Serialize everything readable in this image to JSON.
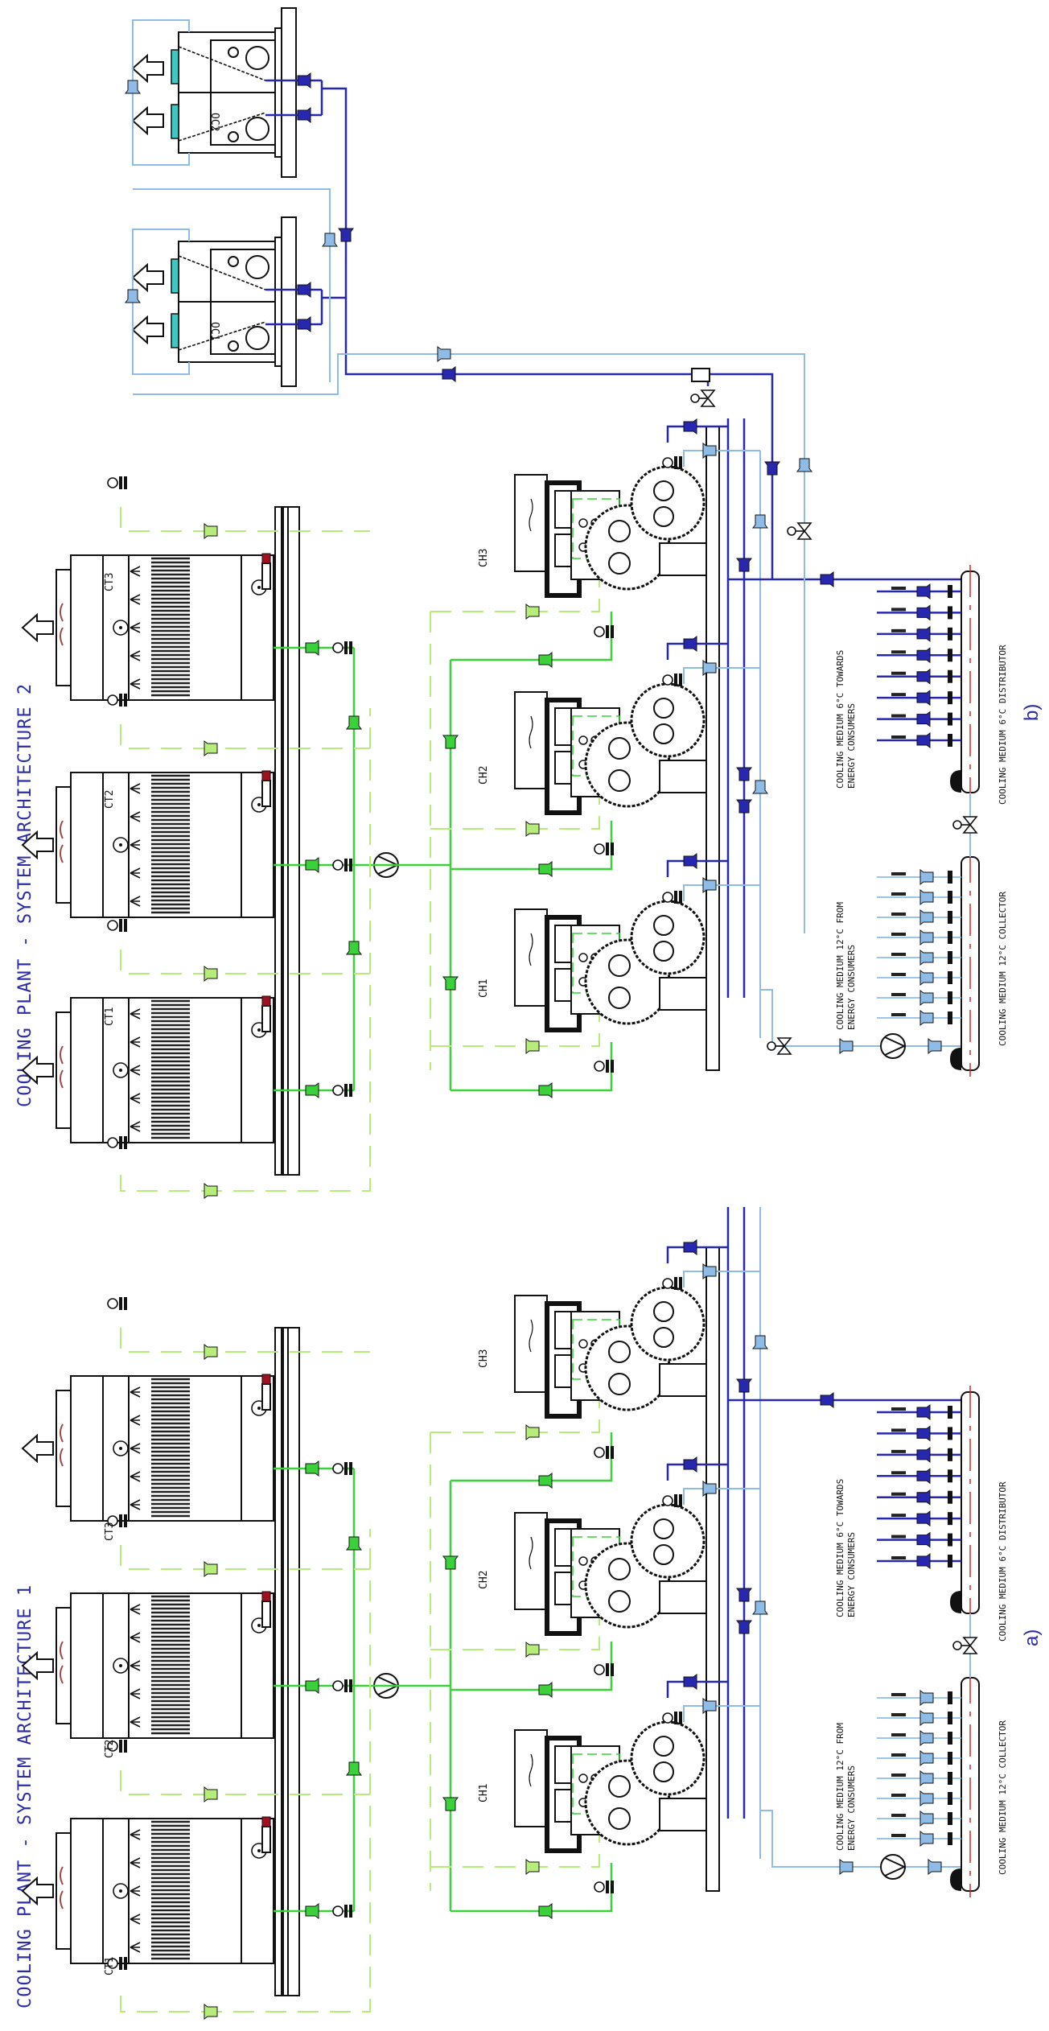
{
  "diagram": {
    "colors": {
      "title": "#2c2ca8",
      "condenser_supply": "#3ad13a",
      "condenser_return": "#b6ec7a",
      "chilled_supply": "#2727b0",
      "chilled_return": "#8fbce6",
      "manifold_axis": "#dd2222",
      "fan_silencer": "#a04848",
      "coil": "#40c8c0"
    },
    "architecture_1": {
      "title": "COOLING PLANT  -  SYSTEM ARCHITECTURE 1",
      "sub_label": "a)",
      "cooling_towers": [
        {
          "tag": "CT1"
        },
        {
          "tag": "CT2"
        },
        {
          "tag": "CT3"
        }
      ],
      "chillers": [
        {
          "tag": "CH1"
        },
        {
          "tag": "CH2"
        },
        {
          "tag": "CH3"
        }
      ],
      "collector": {
        "title": "COOLING MEDIUM 12°C COLLECTOR",
        "note_line1": "COOLING MEDIUM 12°C FROM",
        "note_line2": "ENERGY CONSUMERS",
        "branches": 8
      },
      "distributor": {
        "title": "COOLING MEDIUM 6°C DISTRIBUTOR",
        "note_line1": "COOLING MEDIUM 6°C TOWARDS",
        "note_line2": "ENERGY CONSUMERS",
        "branches": 8
      }
    },
    "architecture_2": {
      "title": "COOLING PLANT  -  SYSTEM ARCHITECTURE 2",
      "sub_label": "b)",
      "cooling_towers": [
        {
          "tag": "CT1"
        },
        {
          "tag": "CT2"
        },
        {
          "tag": "CT3"
        }
      ],
      "chillers": [
        {
          "tag": "CH1"
        },
        {
          "tag": "CH2"
        },
        {
          "tag": "CH3"
        }
      ],
      "dry_coolers": [
        {
          "tag": "OC1"
        },
        {
          "tag": "OC2"
        }
      ],
      "collector": {
        "title": "COOLING MEDIUM 12°C COLLECTOR",
        "note_line1": "COOLING MEDIUM 12°C FROM",
        "note_line2": "ENERGY CONSUMERS",
        "branches": 8
      },
      "distributor": {
        "title": "COOLING MEDIUM 6°C DISTRIBUTOR",
        "note_line1": "COOLING MEDIUM 6°C TOWARDS",
        "note_line2": "ENERGY CONSUMERS",
        "branches": 8
      }
    }
  }
}
